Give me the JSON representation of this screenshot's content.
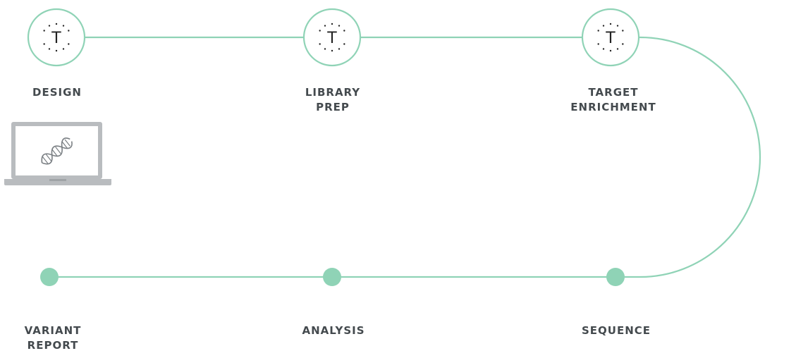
{
  "colors": {
    "accent": "#8fd3b6",
    "text": "#444a4e",
    "laptop_frame": "#b9bcbf",
    "laptop_screen": "#ffffff",
    "dna": "#7a7f83"
  },
  "workflow": {
    "top_steps": [
      {
        "id": "design",
        "mark": "T",
        "icon": "twist-logo-icon",
        "label_lines": [
          "DESIGN"
        ]
      },
      {
        "id": "library-prep",
        "mark": "T",
        "icon": "twist-logo-icon",
        "label_lines": [
          "LIBRARY",
          "PREP"
        ]
      },
      {
        "id": "target-enrichment",
        "mark": "T",
        "icon": "twist-logo-icon",
        "label_lines": [
          "TARGET",
          "ENRICHMENT"
        ]
      }
    ],
    "bottom_steps": [
      {
        "id": "variant-report",
        "icon": "dot-node-icon",
        "label_lines": [
          "VARIANT",
          "REPORT"
        ]
      },
      {
        "id": "analysis",
        "icon": "dot-node-icon",
        "label_lines": [
          "ANALYSIS"
        ]
      },
      {
        "id": "sequence",
        "icon": "dot-node-icon",
        "label_lines": [
          "SEQUENCE"
        ]
      }
    ],
    "illustration": {
      "icon": "laptop-dna-icon"
    }
  }
}
